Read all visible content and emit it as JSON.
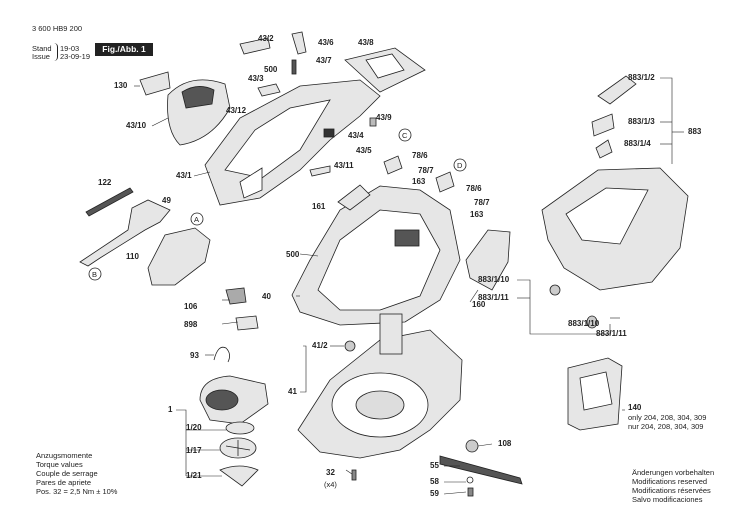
{
  "header": {
    "doc_number": "3 600 HB9 200",
    "stand_label": "Stand",
    "issue_label": "Issue",
    "stand_value": "19-03",
    "issue_value": "23-09-19",
    "figure_label": "Fig./Abb. 1"
  },
  "torque_note": {
    "lines": [
      "Anzugsmomente",
      "Torque values",
      "Couple de serrage",
      "Pares de apriete",
      "Pos. 32 = 2,5 Nm ± 10%"
    ]
  },
  "modifications_note": {
    "lines": [
      "Änderungen vorbehalten",
      "Modifications reserved",
      "Modifications réservées",
      "Salvo modificaciones"
    ]
  },
  "part_140_note": {
    "lines": [
      "only 204, 208, 304, 309",
      "nur 204, 208, 304, 309"
    ]
  },
  "callouts": {
    "A": "A",
    "B": "B",
    "C": "C",
    "D": "D",
    "p130": "130",
    "p43_10": "43/10",
    "p43_1": "43/1",
    "p43_2": "43/2",
    "p43_3": "43/3",
    "p43_12": "43/12",
    "p500a": "500",
    "p43_6": "43/6",
    "p43_7": "43/7",
    "p43_8": "43/8",
    "p43_9": "43/9",
    "p43_4": "43/4",
    "p43_5": "43/5",
    "p43_11": "43/11",
    "p78_6a": "78/6",
    "p78_7a": "78/7",
    "p163a": "163",
    "p78_6b": "78/6",
    "p78_7b": "78/7",
    "p163b": "163",
    "p122": "122",
    "p49": "49",
    "p110": "110",
    "p161": "161",
    "p500b": "500",
    "p40": "40",
    "p160": "160",
    "p106": "106",
    "p898": "898",
    "p93": "93",
    "p41_2": "41/2",
    "p41": "41",
    "p1": "1",
    "p1_20": "1/20",
    "p1_17": "1/17",
    "p1_21": "1/21",
    "p32": "32",
    "p32x4": "(x4)",
    "p108": "108",
    "p55": "55",
    "p58": "58",
    "p59": "59",
    "p140": "140",
    "p883_1_2": "883/1/2",
    "p883_1_3": "883/1/3",
    "p883": "883",
    "p883_1_4": "883/1/4",
    "p883_1_10a": "883/1/10",
    "p883_1_11a": "883/1/11",
    "p883_1_10b": "883/1/10",
    "p883_1_11b": "883/1/11"
  },
  "colors": {
    "ink": "#222222",
    "part_fill": "#e6e6e6",
    "dark_fill": "#555555"
  }
}
